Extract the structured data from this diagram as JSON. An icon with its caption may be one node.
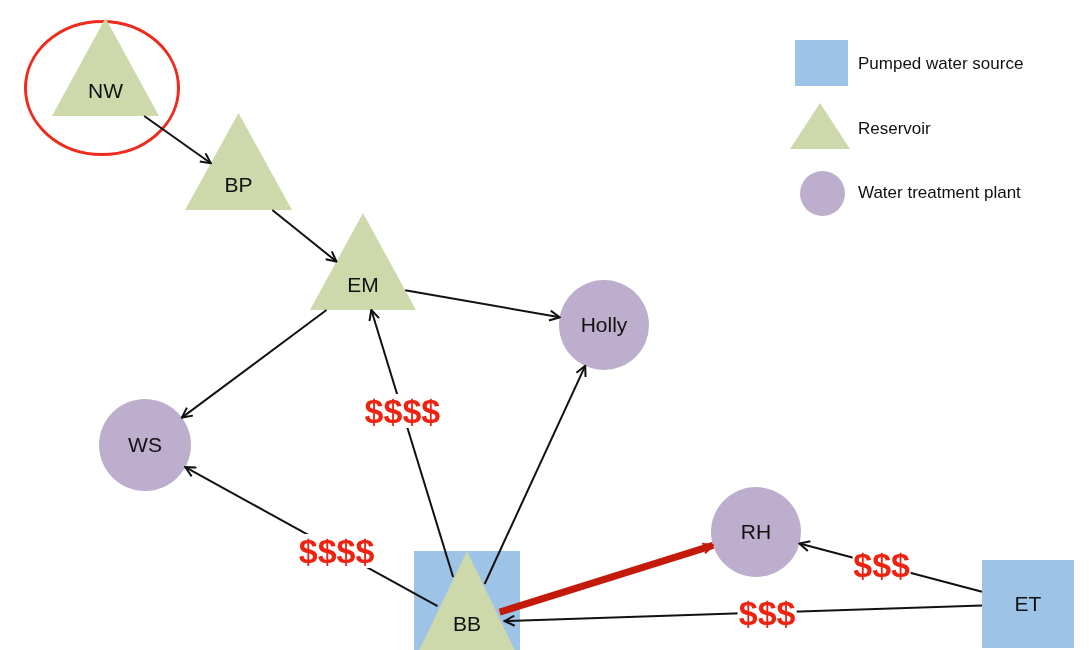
{
  "diagram": {
    "nodes": [
      {
        "text": [],
        "shape": "circle"
      },
      {
        "text": [
          "NW"
        ],
        "in": 0
      },
      {
        "text": [
          "BP"
        ]
      },
      {
        "text": [
          "EM"
        ]
      },
      {
        "text": [
          "Holly"
        ]
      },
      {
        "text": [
          "WS"
        ]
      },
      {
        "text": [
          "BB"
        ]
      },
      {
        "text": [
          "RH"
        ]
      },
      {
        "text": [
          "ET"
        ]
      }
    ],
    "edges": [
      {
        "from": 1,
        "to": 2,
        "arrow": "to"
      },
      {
        "from": 2,
        "to": 3,
        "arrow": "to"
      },
      {
        "from": 3,
        "to": 4,
        "arrow": "to"
      },
      {
        "from": 3,
        "to": 5,
        "arrow": "to"
      },
      {
        "from": 6,
        "to": 3,
        "arrow": "to",
        "label": "$$$$"
      },
      {
        "from": 6,
        "to": 5,
        "arrow": "to",
        "label": "$$$$"
      },
      {
        "from": 6,
        "to": 4,
        "arrow": "to"
      },
      {
        "from": 6,
        "to": 7,
        "arrow": "to",
        "style": "thick",
        "color": "#c41a0a"
      },
      {
        "from": 8,
        "to": 7,
        "arrow": "to",
        "label": "$$$"
      },
      {
        "from": 8,
        "to": 6,
        "arrow": "to",
        "label": "$$$"
      }
    ],
    "legend": [
      {
        "text": "Pumped water source",
        "color": "#9dc3e6"
      },
      {
        "text": "Reservoir",
        "color": "#cdd9ab"
      },
      {
        "text": "Water treatment plant",
        "color": "#bcaecc"
      }
    ]
  }
}
